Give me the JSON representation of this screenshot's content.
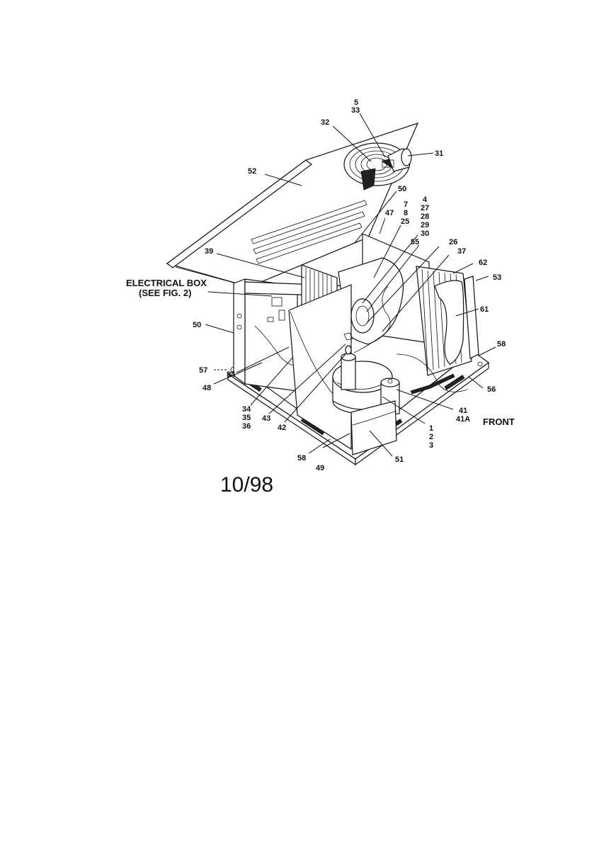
{
  "callouts": {
    "c5_33": [
      "5",
      "33"
    ],
    "c32": "32",
    "c31": "31",
    "c52": "52",
    "c50_top": "50",
    "c4_30": [
      "4",
      "27",
      "28",
      "29",
      "30"
    ],
    "c7_8_25": [
      "7",
      "8",
      "25"
    ],
    "c47": "47",
    "c55": "55",
    "c26": "26",
    "c37": "37",
    "c62": "62",
    "c53": "53",
    "c39": "39",
    "c61": "61",
    "c58_right": "58",
    "c56": "56",
    "c50_left": "50",
    "c57": "57",
    "c48": "48",
    "c54": "54",
    "c34_36": [
      "34",
      "35",
      "36"
    ],
    "c43": "43",
    "c42": "42",
    "c41": [
      "41",
      "41A"
    ],
    "c1_3": [
      "1",
      "2",
      "3"
    ],
    "c58_bottom": "58",
    "c49": "49",
    "c51": "51"
  },
  "electrical_box": [
    "ELECTRICAL BOX",
    "(SEE FIG. 2)"
  ],
  "front_label": "FRONT",
  "date_code": "10/98"
}
